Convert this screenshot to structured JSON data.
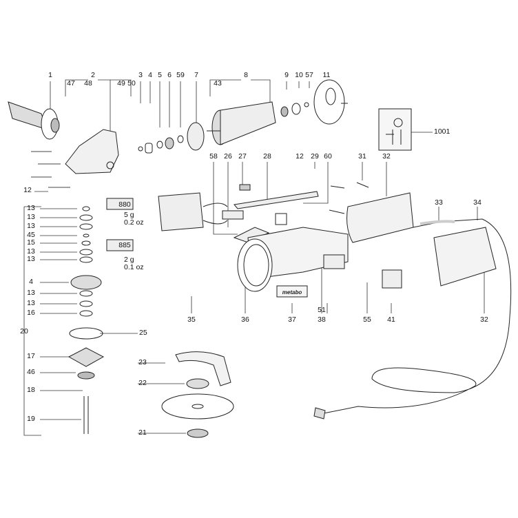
{
  "diagram": {
    "type": "exploded parts diagram",
    "labels": [
      "1",
      "2",
      "47",
      "48",
      "49",
      "50",
      "3",
      "4",
      "5",
      "6",
      "59",
      "7",
      "8",
      "43",
      "9",
      "10",
      "57",
      "11",
      "1001",
      "58",
      "26",
      "27",
      "28",
      "12",
      "29",
      "60",
      "31",
      "32",
      "33",
      "34",
      "12",
      "880",
      "5 g",
      "0.2 oz",
      "885",
      "2 g",
      "0.1 oz",
      "13",
      "13",
      "13",
      "45",
      "15",
      "13",
      "13",
      "4",
      "13",
      "13",
      "16",
      "20",
      "25",
      "17",
      "46",
      "18",
      "19",
      "23",
      "22",
      "21",
      "35",
      "36",
      "37",
      "38",
      "51",
      "55",
      "41",
      "32"
    ],
    "logo_text": "metabo"
  }
}
